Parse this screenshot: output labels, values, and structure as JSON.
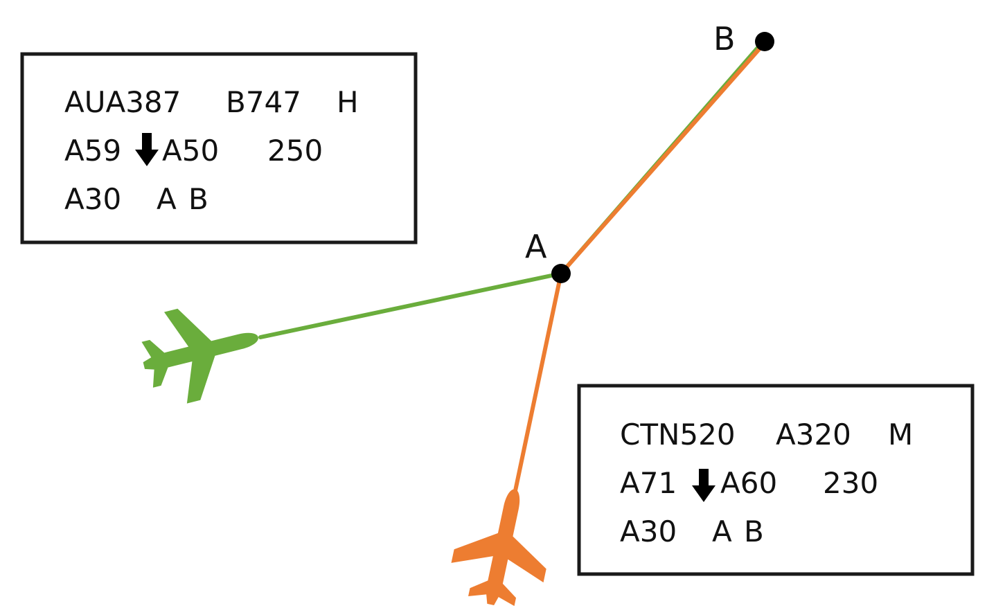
{
  "colors": {
    "green_flight": "#6aad3c",
    "orange_flight": "#ed7d31",
    "waypoint": "#000000",
    "box_border": "#1a1a1a"
  },
  "waypoints": {
    "a": "A",
    "b": "B"
  },
  "flights": [
    {
      "color_key": "green_flight",
      "icon": "airplane-icon",
      "line1": {
        "callsign": "AUA387",
        "type": "B747",
        "category": "H"
      },
      "line2": {
        "current_alt": "A59",
        "trend": "down-arrow-icon",
        "cleared_alt": "A50",
        "speed": "250"
      },
      "line3": {
        "exit_alt": "A30",
        "route_1": "A",
        "route_2": "B"
      }
    },
    {
      "color_key": "orange_flight",
      "icon": "airplane-icon",
      "line1": {
        "callsign": "CTN520",
        "type": "A320",
        "category": "M"
      },
      "line2": {
        "current_alt": "A71",
        "trend": "down-arrow-icon",
        "cleared_alt": "A60",
        "speed": "230"
      },
      "line3": {
        "exit_alt": "A30",
        "route_1": "A",
        "route_2": "B"
      }
    }
  ]
}
